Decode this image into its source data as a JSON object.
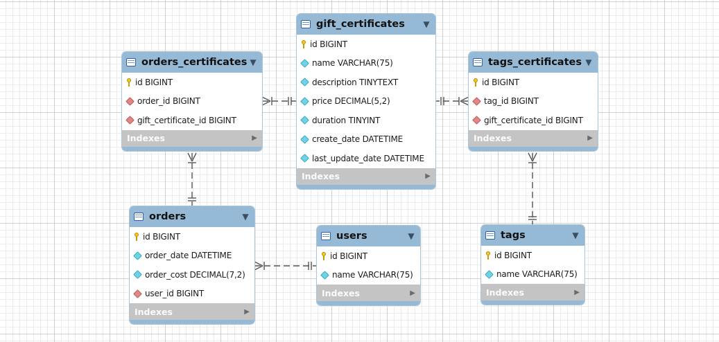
{
  "tables": {
    "gift_certificates": {
      "name": "gift_certificates",
      "toggle": "▼",
      "columns": [
        {
          "text": "id BIGINT",
          "icon": "key-icon"
        },
        {
          "text": "name VARCHAR(75)",
          "icon": "attribute-diamond-icon"
        },
        {
          "text": "description TINYTEXT",
          "icon": "attribute-diamond-icon"
        },
        {
          "text": "price DECIMAL(5,2)",
          "icon": "attribute-diamond-icon"
        },
        {
          "text": "duration TINYINT",
          "icon": "attribute-diamond-icon"
        },
        {
          "text": "create_date DATETIME",
          "icon": "attribute-diamond-icon"
        },
        {
          "text": "last_update_date DATETIME",
          "icon": "attribute-diamond-icon"
        }
      ],
      "footer": "Indexes",
      "footer_arrow": "▶"
    },
    "orders_certificates": {
      "name": "orders_certificates",
      "toggle": "▼",
      "columns": [
        {
          "text": "id BIGINT",
          "icon": "key-icon"
        },
        {
          "text": "order_id BIGINT",
          "icon": "foreign-key-diamond-icon"
        },
        {
          "text": "gift_certificate_id BIGINT",
          "icon": "foreign-key-diamond-icon"
        }
      ],
      "footer": "Indexes",
      "footer_arrow": "▶"
    },
    "tags_certificates": {
      "name": "tags_certificates",
      "toggle": "▼",
      "columns": [
        {
          "text": "id BIGINT",
          "icon": "key-icon"
        },
        {
          "text": "tag_id BIGINT",
          "icon": "foreign-key-diamond-icon"
        },
        {
          "text": "gift_certificate_id BIGINT",
          "icon": "foreign-key-diamond-icon"
        }
      ],
      "footer": "Indexes",
      "footer_arrow": "▶"
    },
    "orders": {
      "name": "orders",
      "toggle": "▼",
      "columns": [
        {
          "text": "id BIGINT",
          "icon": "key-icon"
        },
        {
          "text": "order_date DATETIME",
          "icon": "attribute-diamond-icon"
        },
        {
          "text": "order_cost DECIMAL(7,2)",
          "icon": "attribute-diamond-icon"
        },
        {
          "text": "user_id BIGINT",
          "icon": "foreign-key-diamond-icon"
        }
      ],
      "footer": "Indexes",
      "footer_arrow": "▶"
    },
    "users": {
      "name": "users",
      "toggle": "▼",
      "columns": [
        {
          "text": "id BIGINT",
          "icon": "key-icon"
        },
        {
          "text": "name VARCHAR(75)",
          "icon": "attribute-diamond-icon"
        }
      ],
      "footer": "Indexes",
      "footer_arrow": "▶"
    },
    "tags": {
      "name": "tags",
      "toggle": "▼",
      "columns": [
        {
          "text": "id BIGINT",
          "icon": "key-icon"
        },
        {
          "text": "name VARCHAR(75)",
          "icon": "attribute-diamond-icon"
        }
      ],
      "footer": "Indexes",
      "footer_arrow": "▶"
    }
  },
  "relationships": [
    {
      "from": "orders_certificates",
      "to": "gift_certificates",
      "from_end": "many",
      "to_end": "one"
    },
    {
      "from": "tags_certificates",
      "to": "gift_certificates",
      "from_end": "many",
      "to_end": "one"
    },
    {
      "from": "orders_certificates",
      "to": "orders",
      "from_end": "many",
      "to_end": "one"
    },
    {
      "from": "orders",
      "to": "users",
      "from_end": "many",
      "to_end": "one"
    },
    {
      "from": "tags_certificates",
      "to": "tags",
      "from_end": "many",
      "to_end": "one"
    }
  ],
  "colors": {
    "header": "#96bad6",
    "footer": "#c4c4c4",
    "line": "#555555",
    "key": "#f3cb1d",
    "attribute": "#6fd3e6",
    "foreign_key": "#e28686"
  }
}
